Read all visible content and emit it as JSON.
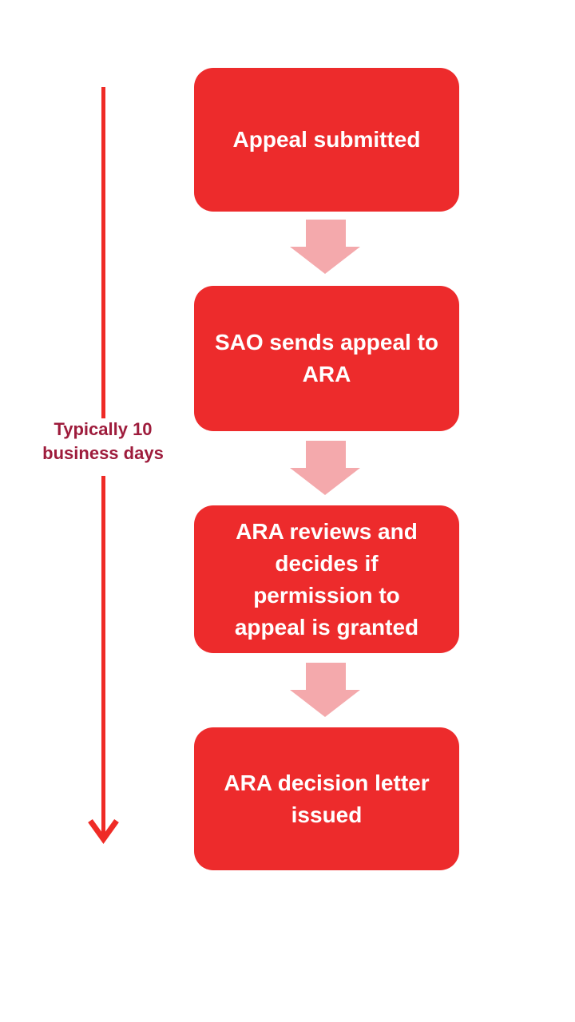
{
  "colors": {
    "page_bg": "#FFFFFF",
    "step_red": "#ED2B2C",
    "step_text": "#FFFFFF",
    "connector_pink": "#F4A9AC",
    "timeline_red": "#EF2B26",
    "duration_maroon": "#9E1C3C"
  },
  "timeline": {
    "duration_label": "Typically 10\nbusiness days"
  },
  "flowchart": {
    "steps": [
      {
        "label": "Appeal submitted"
      },
      {
        "label": "SAO sends appeal to\nARA"
      },
      {
        "label": "ARA reviews and\ndecides if\npermission to\nappeal is granted"
      },
      {
        "label": "ARA decision letter\nissued"
      }
    ]
  }
}
